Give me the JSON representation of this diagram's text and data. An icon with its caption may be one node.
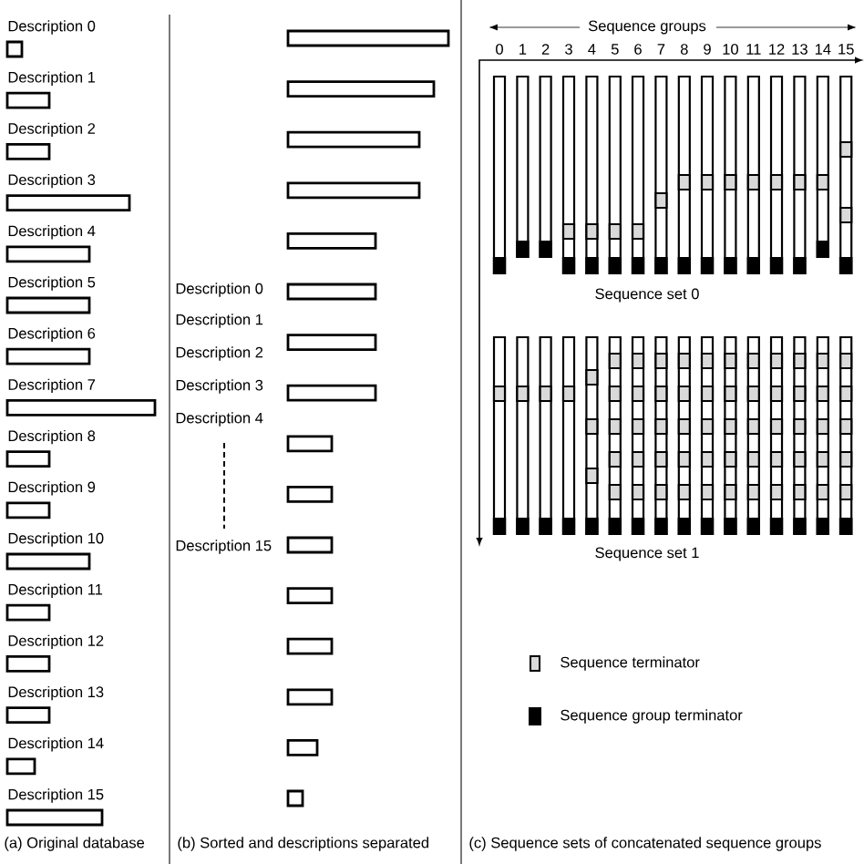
{
  "diagram": {
    "labels": [
      "Description 0",
      "Description 1",
      "Description 2",
      "Description 3",
      "Description 4",
      "Description 5",
      "Description 6",
      "Description 7",
      "Description 8",
      "Description 9",
      "Description 10",
      "Description 11",
      "Description 12",
      "Description 13",
      "Description 14",
      "Description 15",
      "Description 0",
      "Description 1",
      "Description 2",
      "Description 3",
      "Description 4",
      "Description 15",
      "Sequence groups",
      "0",
      "1",
      "2",
      "3",
      "4",
      "5",
      "6",
      "7",
      "8",
      "9",
      "10",
      "11",
      "12",
      "13",
      "14",
      "15",
      "Sequence set 0",
      "Sequence set 1",
      "(a) Original database",
      "(b) Sorted and descriptions separated",
      "(c) Sequence sets of concatenated sequence groups"
    ],
    "legend": [
      {
        "text": "Sequence terminator",
        "color": "#d9d9d9"
      },
      {
        "text": "Sequence group terminator",
        "color": "#000000"
      }
    ]
  }
}
